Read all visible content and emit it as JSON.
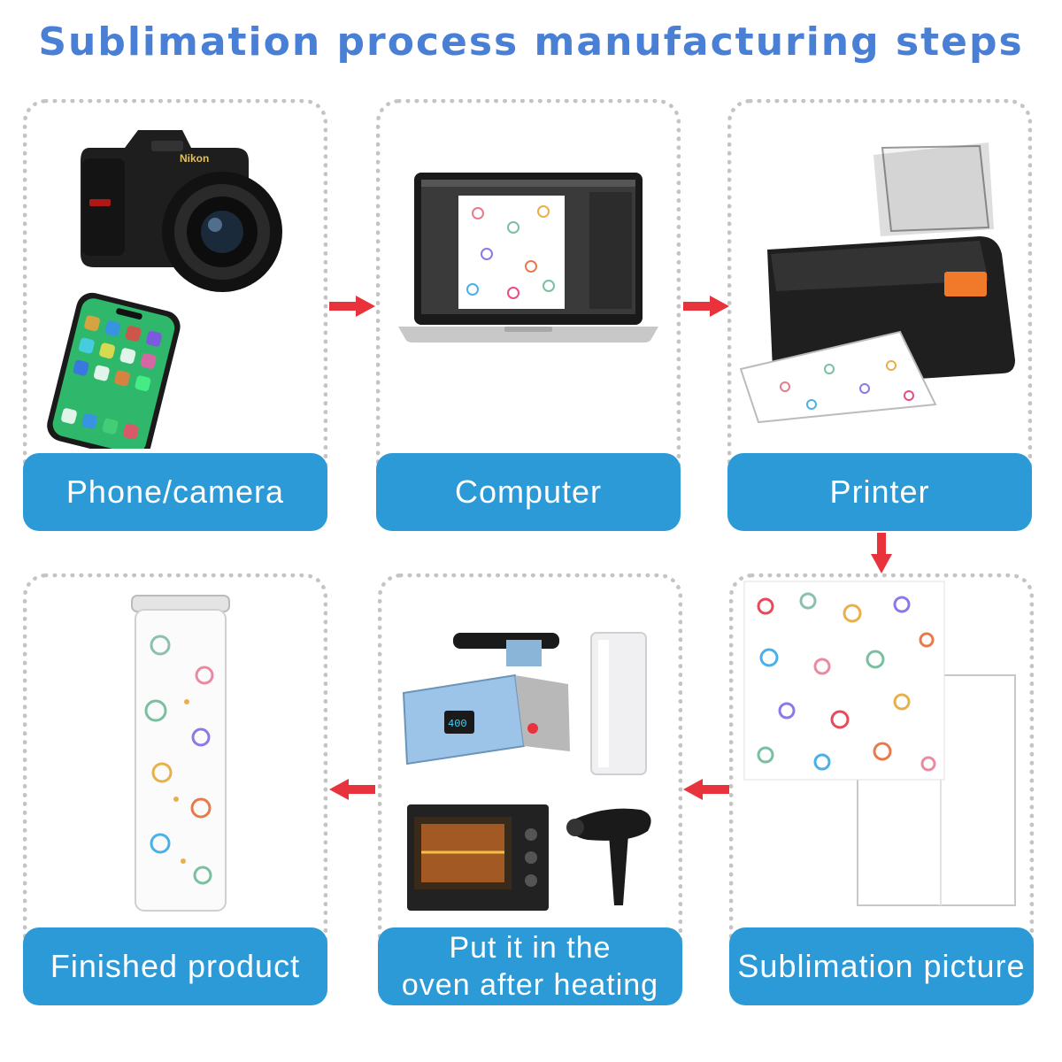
{
  "title": "Sublimation process manufacturing steps",
  "steps": [
    {
      "label": "Phone/camera"
    },
    {
      "label": "Computer"
    },
    {
      "label": "Printer"
    },
    {
      "label": "Finished product"
    },
    {
      "label": "Put it in the\noven after heating"
    },
    {
      "label": "Sublimation picture"
    }
  ],
  "icons": {
    "camera": "camera-icon",
    "phone": "smartphone-icon",
    "laptop": "laptop-icon",
    "printer": "printer-icon",
    "tumbler": "tumbler-icon",
    "press": "heat-press-icon",
    "oven": "oven-icon",
    "dryer": "hair-dryer-icon",
    "paper": "sublimation-paper-icon"
  },
  "colors": {
    "title": "#4a7fd6",
    "label_bg": "#2c9ad6",
    "arrow": "#e8333d",
    "card_border": "#c4c4c4"
  }
}
